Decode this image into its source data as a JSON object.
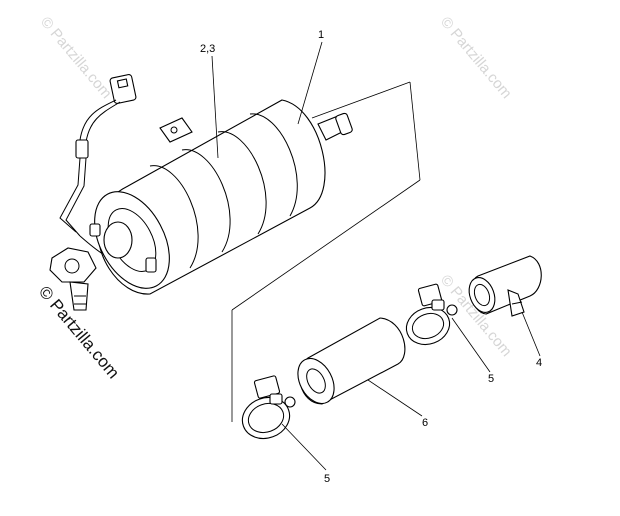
{
  "watermarks": {
    "top_left": "© Partzilla.com",
    "top_right": "© Partzilla.com",
    "bottom_right": "© Partzilla.com",
    "left_dark": "© Partzilla.com"
  },
  "callouts": {
    "c1": "1",
    "c23": "2,3",
    "c4": "4",
    "c5a": "5",
    "c5b": "5",
    "c6": "6"
  }
}
